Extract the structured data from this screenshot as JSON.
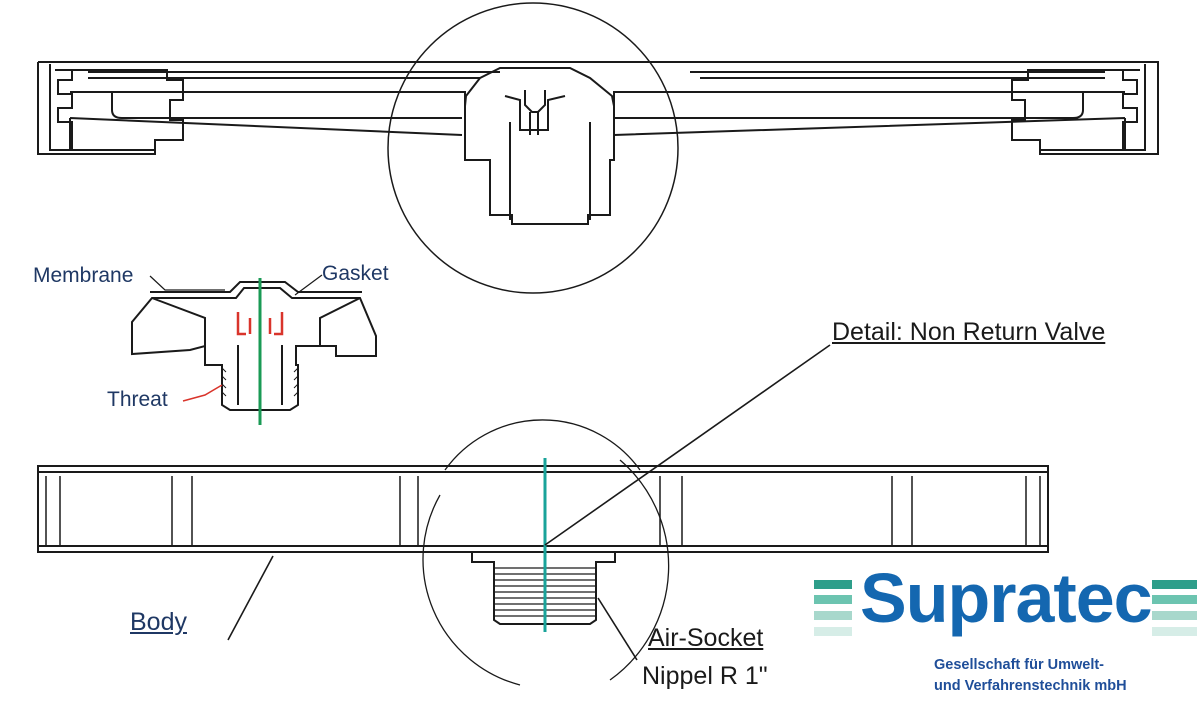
{
  "labels": {
    "membrane": "Membrane",
    "gasket": "Gasket",
    "threat": "Threat",
    "detail": "Detail: Non Return Valve",
    "body": "Body",
    "air_socket": "Air-Socket",
    "nippel": "Nippel R 1\""
  },
  "logo": {
    "name": "Supratec",
    "line1": "Gesellschaft für Umwelt-",
    "line2": "und Verfahrenstechnik mbH",
    "brand_color": "#1467b0",
    "stripe_dark": "#2e9e8a",
    "stripe_light": "#a8d8cc"
  },
  "colors": {
    "line": "#1a1a1a",
    "axis_green": "#1a9a55",
    "axis_teal": "#19a39a",
    "gasket_red": "#d9342b"
  }
}
